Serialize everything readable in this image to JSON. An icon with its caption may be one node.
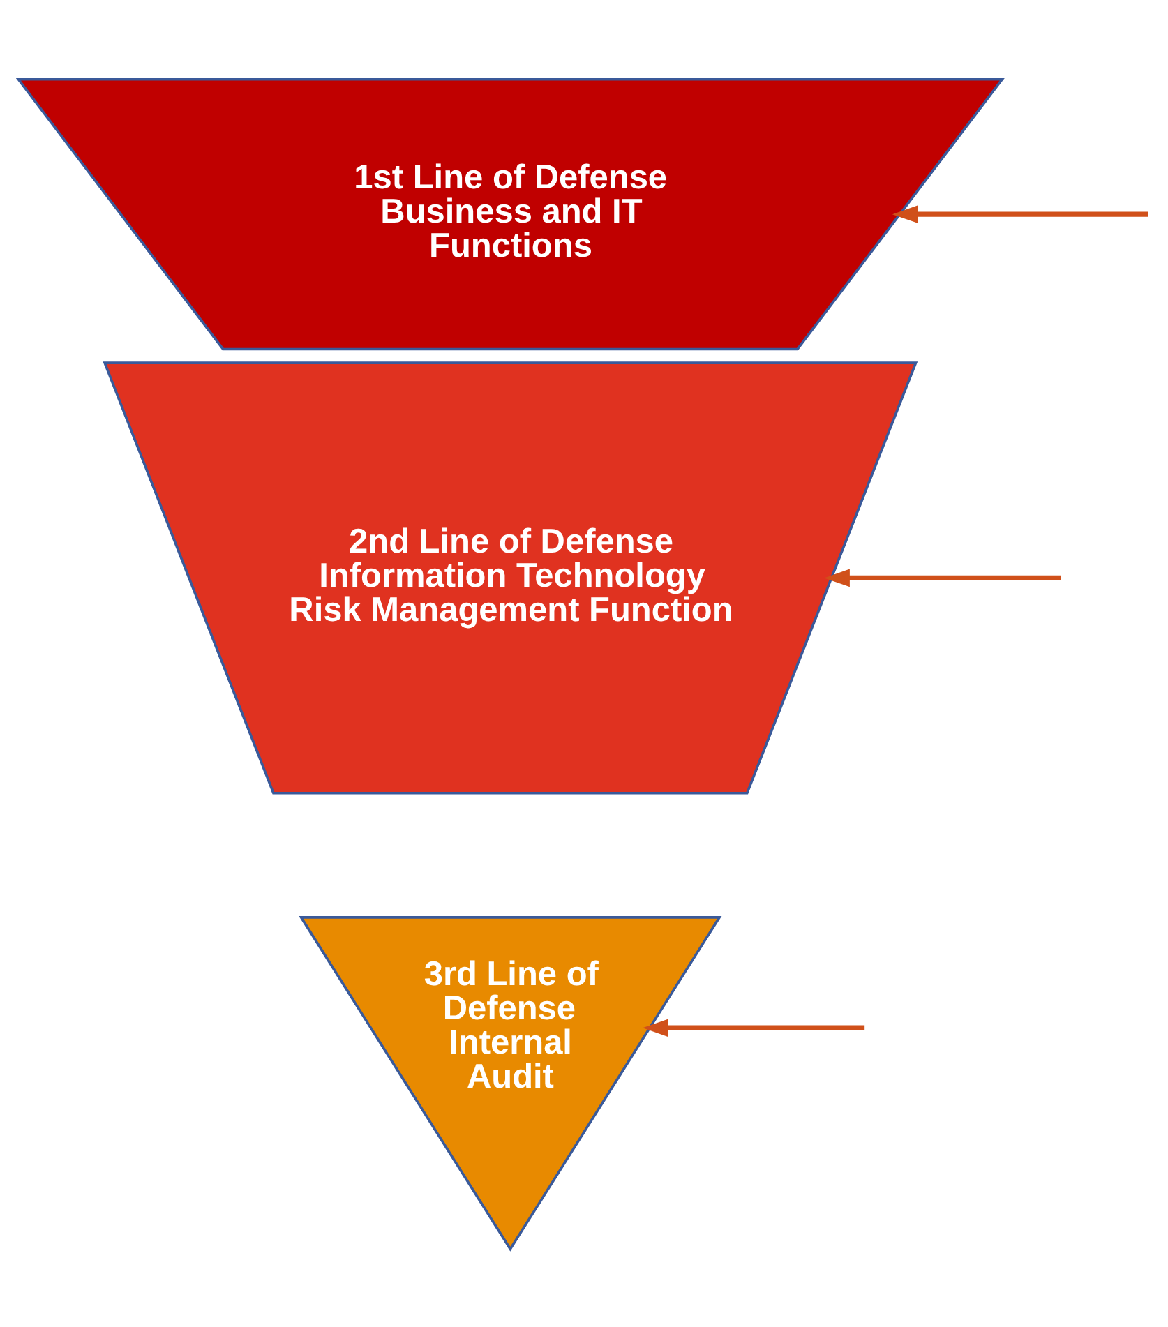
{
  "diagram": {
    "nodes": [
      {
        "text": [
          "1st Line of Defense",
          "Business and IT Functions"
        ]
      },
      {
        "text": [
          "2nd Line of Defense",
          "Information Technology Risk Management Function"
        ]
      },
      {
        "text": [
          "3rd Line of Defense",
          "Internal Audit"
        ]
      }
    ],
    "edges": [
      {
        "from": null,
        "to": 0,
        "arrow": "to"
      },
      {
        "from": null,
        "to": 1,
        "arrow": "to"
      },
      {
        "from": null,
        "to": 2,
        "arrow": "to"
      }
    ]
  }
}
